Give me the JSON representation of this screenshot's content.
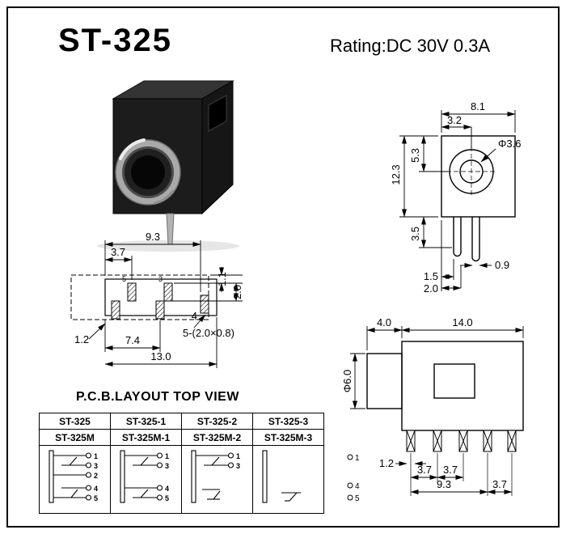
{
  "title": "ST-325",
  "rating": "Rating:DC 30V 0.3A",
  "pcb_heading": "P.C.B.LAYOUT TOP VIEW",
  "front_view": {
    "width_top": "8.1",
    "width_inner": "3.2",
    "height_upper": "5.3",
    "height_total": "12.3",
    "height_lower": "3.5",
    "hole_diameter": "Φ3.6",
    "pin_offset_a": "1.5",
    "pin_offset_b": "2.0",
    "pin_width": "0.9"
  },
  "pcb_layout": {
    "dim_width": "9.3",
    "dim_pad_span": "3.7",
    "dim_row_offset": "1.1",
    "dim_row_pitch": "2.0",
    "dim_left_offset": "1.2",
    "dim_span_a": "7.4",
    "dim_total": "13.0",
    "pad_note": "5-(2.0×0.8)",
    "pad_label_5": "5",
    "pad_label_3": "3",
    "pad_label_4": "4"
  },
  "side_view": {
    "dim_front": "4.0",
    "dim_body": "14.0",
    "dim_barrel": "Φ6.0",
    "dim_pin_width": "1.2",
    "dim_pitch_a": "3.7",
    "dim_pitch_b": "3.7",
    "dim_span": "9.3",
    "dim_pitch_c": "3.7"
  },
  "pin_legend": [
    {
      "num": "1"
    },
    {
      "num": "4"
    },
    {
      "num": "5"
    }
  ],
  "table": {
    "models_plain": [
      "ST-325",
      "ST-325-1",
      "ST-325-2",
      "ST-325-3"
    ],
    "models_m": [
      "ST-325M",
      "ST-325M-1",
      "ST-325M-2",
      "ST-325M-3"
    ],
    "schematics": [
      {
        "pins": [
          "1",
          "3",
          "2",
          "4",
          "5"
        ]
      },
      {
        "pins": [
          "1",
          "3",
          "4",
          "5"
        ]
      },
      {
        "pins": [
          "1",
          "3"
        ]
      },
      {
        "pins": []
      }
    ]
  }
}
